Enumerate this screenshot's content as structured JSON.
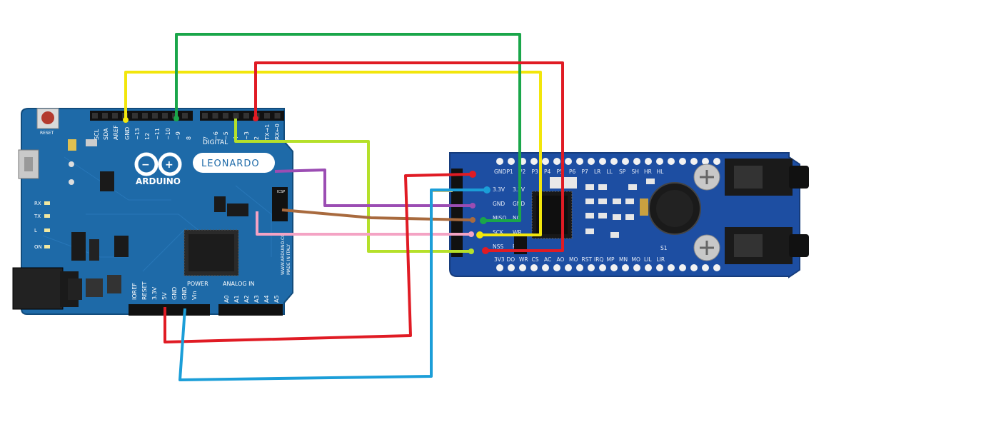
{
  "arduino": {
    "brand_text": "ARDUINO",
    "model_text": "LEONARDO",
    "reset_text": "RESET",
    "digital_header_text": "DIGITAL",
    "power_header_text": "POWER",
    "analog_header_text": "ANALOG IN",
    "made_in_text": "WWW.ARDUINO.CC",
    "made_in_text2": "MADE IN ITALY",
    "digital_pins": [
      "SCL",
      "SDA",
      "AREF",
      "GND",
      "~13",
      "12",
      "~11",
      "~10",
      "~9",
      "8",
      "7",
      "~6",
      "~5",
      "4",
      "~3",
      "2",
      "TX→1",
      "RX←0"
    ],
    "power_pins": [
      "IOREF",
      "RESET",
      "3.3V",
      "5V",
      "GND",
      "GND",
      "Vin"
    ],
    "analog_pins": [
      "A0",
      "A1",
      "A2",
      "A3",
      "A4",
      "A5"
    ],
    "side_labels": [
      "RX",
      "TX",
      "L",
      "ON"
    ],
    "icsp_label": "ICSP"
  },
  "module": {
    "top_pins": [
      "GND",
      "P1",
      "P2",
      "P3",
      "P4",
      "P5",
      "P6",
      "P7",
      "LR",
      "LL",
      "SP",
      "SH",
      "HR",
      "HL"
    ],
    "bottom_pins": [
      "3V3",
      "DO",
      "WR",
      "CS",
      "AC",
      "AO",
      "MO",
      "RST",
      "IRQ",
      "MP",
      "MN",
      "MO",
      "LIL",
      "LIR"
    ],
    "left_pins": [
      "3.3V",
      "GND",
      "MISO",
      "SCK",
      "NSS"
    ],
    "left_pins2": [
      "3.3V",
      "GND",
      "NC",
      "WR",
      "RST"
    ],
    "switch_label": "S1"
  },
  "wires": {
    "colors": {
      "yellow": "#f2e60c",
      "green": "#1aa64a",
      "red": "#e01b24",
      "lime": "#b5e02a",
      "purple": "#9b4db3",
      "brown": "#a86a3e",
      "pink": "#f4a3c4",
      "blue": "#1b9ed8"
    }
  }
}
